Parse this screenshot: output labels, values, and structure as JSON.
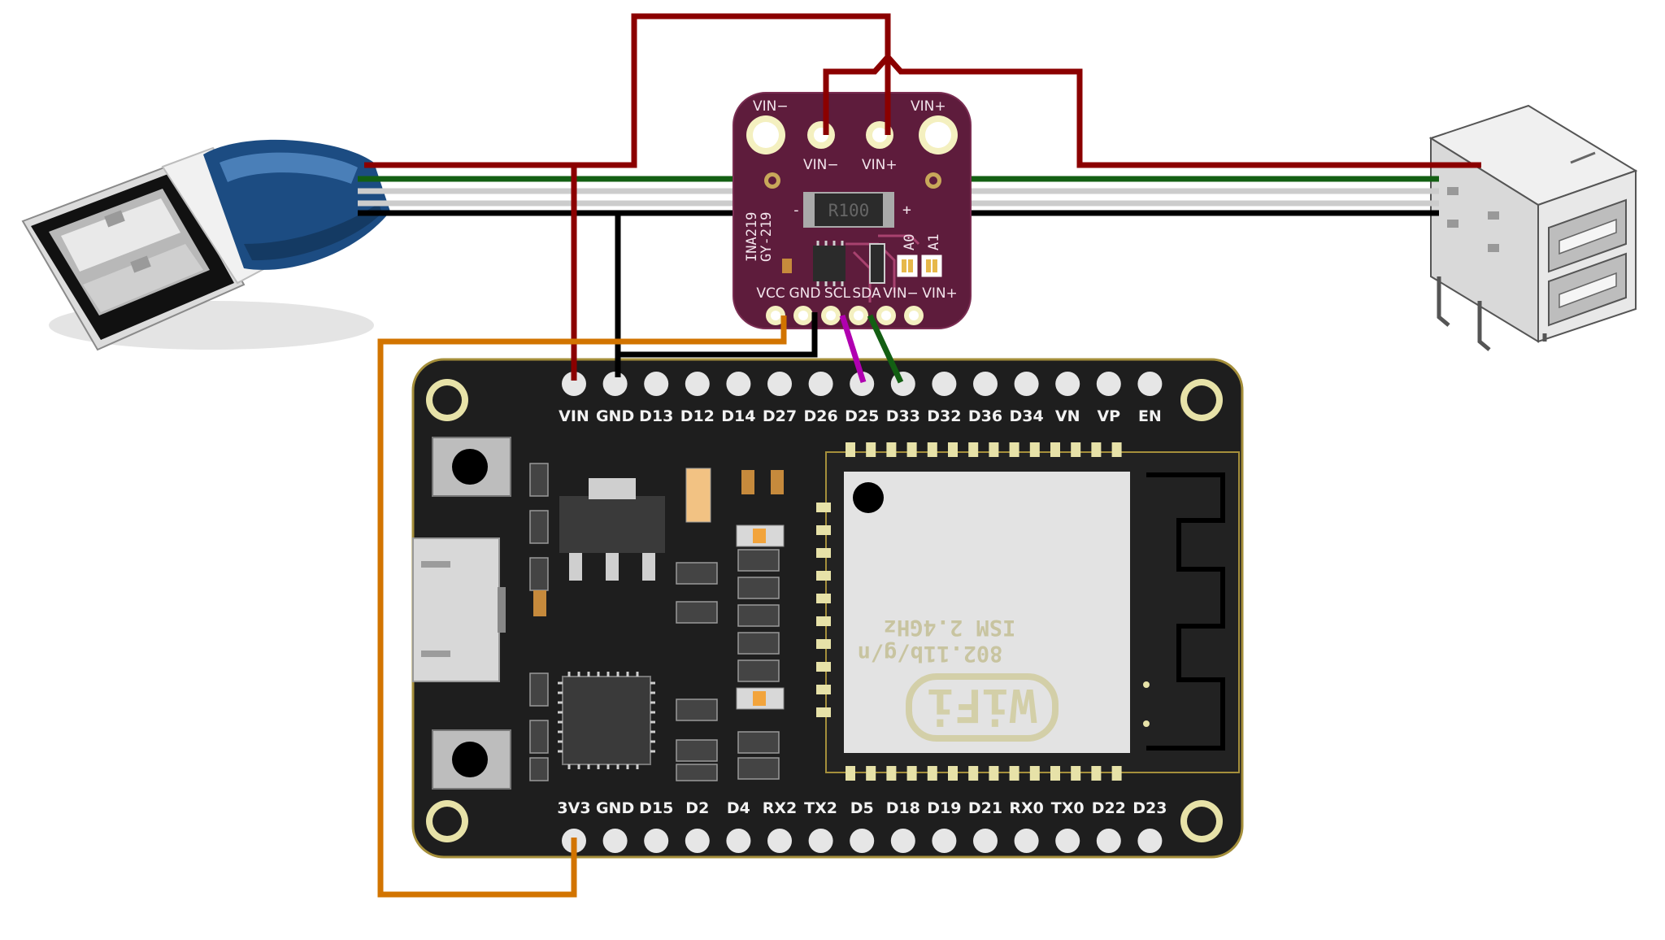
{
  "ina219": {
    "top_left_label": "VIN−",
    "top_right_label": "VIN+",
    "terminal_left_label": "VIN−",
    "terminal_right_label": "VIN+",
    "chip_text_1": "INA219",
    "chip_text_2": "GY-219",
    "shunt_label": "R100",
    "minus_sign": "-",
    "plus_sign": "+",
    "a0_label": "A0",
    "a1_label": "A1",
    "bottom_pins": [
      "VCC",
      "GND",
      "SCL",
      "SDA",
      "VIN−",
      "VIN+"
    ]
  },
  "esp32": {
    "top_pins": [
      "VIN",
      "GND",
      "D13",
      "D12",
      "D14",
      "D27",
      "D26",
      "D25",
      "D33",
      "D32",
      "D36",
      "D34",
      "VN",
      "VP",
      "EN"
    ],
    "bottom_pins": [
      "3V3",
      "GND",
      "D15",
      "D2",
      "D4",
      "RX2",
      "TX2",
      "D5",
      "D18",
      "D19",
      "D21",
      "RX0",
      "TX0",
      "D22",
      "D23"
    ],
    "module_text_1": "802.11b/g/n",
    "module_text_2": "ISM 2.4GHz",
    "wifi_logo": "WiFi"
  },
  "colors": {
    "vin_wire": "#8b0000",
    "gnd_wire": "#000000",
    "vcc_wire": "#d27400",
    "scl_wire": "#b000b0",
    "sda_wire": "#135f13",
    "usb_green": "#135f13",
    "usb_white": "#cccccc",
    "board": "#1e1e1e",
    "ina_board": "#5e1c3c"
  },
  "icons": {
    "usb_plug": "usb-plug-icon",
    "usb_socket": "usb-socket-icon"
  }
}
